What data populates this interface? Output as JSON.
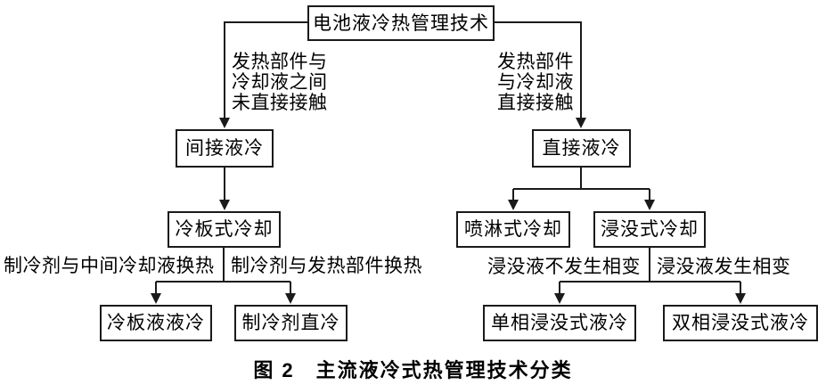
{
  "figure": {
    "nodes": {
      "root": "电池液冷热管理技术",
      "indirect": "间接液冷",
      "direct": "直接液冷",
      "cold_plate": "冷板式冷却",
      "spray": "喷淋式冷却",
      "immersion": "浸没式冷却",
      "cold_plate_liquid": "冷板液液冷",
      "refrigerant_direct": "制冷剂直冷",
      "single_phase": "单相浸没式液冷",
      "two_phase": "双相浸没式液冷"
    },
    "edge_labels": {
      "indirect_condition": "发热部件与\n冷却液之间\n未直接接触",
      "direct_condition": "发热部件\n与冷却液\n直接接触",
      "cold_plate_liquid_condition": "制冷剂与中间冷却液换热",
      "refrigerant_direct_condition": "制冷剂与发热部件换热",
      "single_phase_condition": "浸没液不发生相变",
      "two_phase_condition": "浸没液发生相变"
    },
    "caption": "图 2　主流液冷式热管理技术分类",
    "colors": {
      "line": "#1a1a1a",
      "text": "#000000",
      "background": "#ffffff"
    }
  }
}
